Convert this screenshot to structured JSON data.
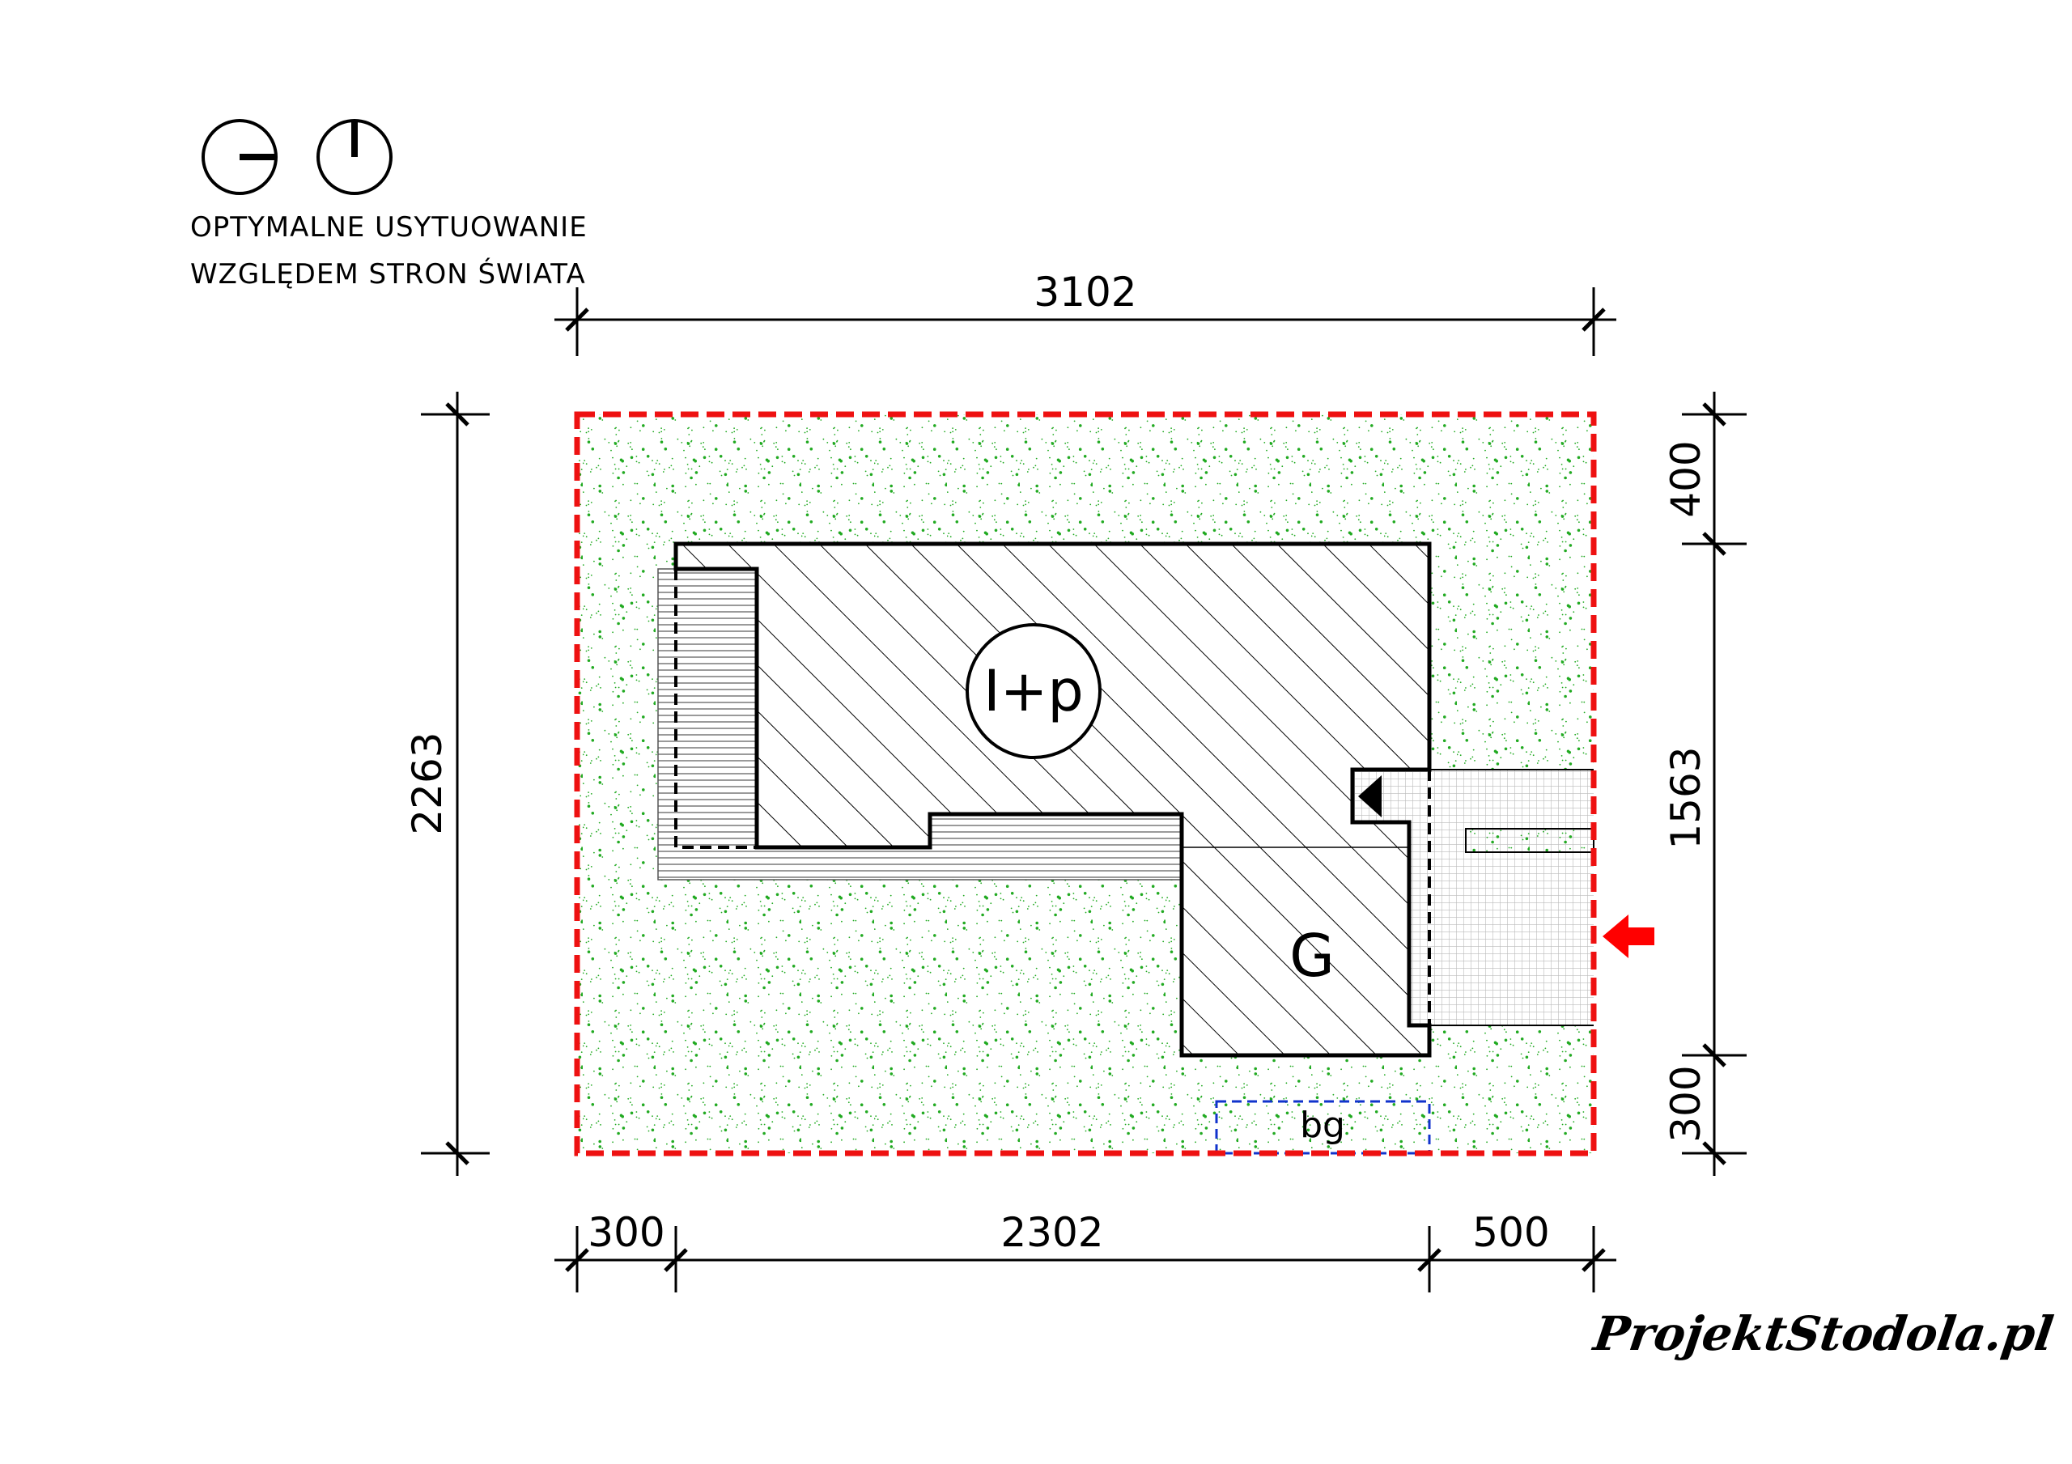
{
  "legend": {
    "line1": "OPTYMALNE USYTUOWANIE",
    "line2": "WZGLĘDEM STRON ŚWIATA",
    "icons": [
      "orientation-east-icon",
      "orientation-north-icon"
    ]
  },
  "dimensions": {
    "top_total": "3102",
    "left_total": "2263",
    "right_top": "400",
    "right_middle": "1563",
    "right_bottom": "300",
    "bottom_left": "300",
    "bottom_middle": "2302",
    "bottom_right": "500"
  },
  "labels": {
    "house": "I+p",
    "garage": "G",
    "bin_area": "bg"
  },
  "logo": "ProjektStodola.pl",
  "colors": {
    "plot_boundary": "#ee1111",
    "grass": "#22aa22",
    "bin_area": "#1133cc",
    "entry_arrow": "#ff0000"
  }
}
